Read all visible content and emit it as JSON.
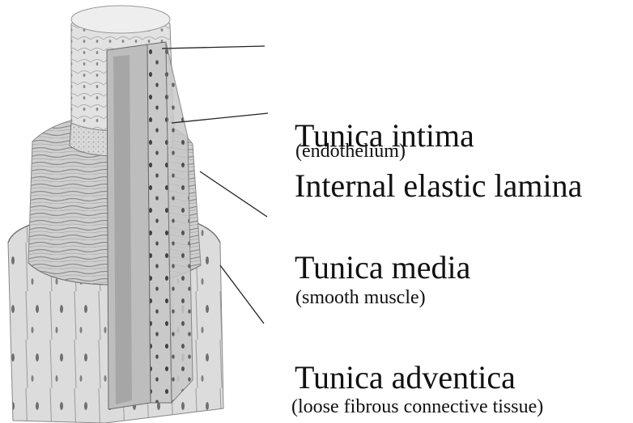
{
  "diagram": {
    "labels": [
      {
        "id": "tunica-intima",
        "text": "Tunica intima",
        "sub": "(endothelium)"
      },
      {
        "id": "internal-elastic-lamina",
        "text": "Internal elastic lamina"
      },
      {
        "id": "tunica-media",
        "text": "Tunica media",
        "sub": "(smooth muscle)"
      },
      {
        "id": "tunica-adventica",
        "text": "Tunica adventica",
        "sub": "(loose fibrous connective tissue)"
      }
    ]
  }
}
